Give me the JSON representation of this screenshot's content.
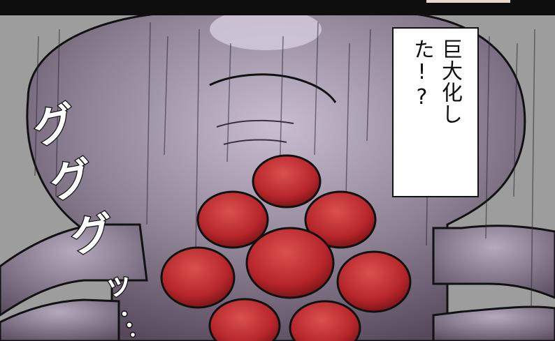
{
  "panel": {
    "caption": "巨大化した!?",
    "sfx": [
      "グ",
      "グ",
      "グ",
      "ッ"
    ],
    "colors": {
      "background": "#9d9d9d",
      "creature": "#8f8396",
      "creature_light": "#c9bed1",
      "creature_shadow": "#57495c",
      "eyes": "#b7262b",
      "eye_highlight": "#d9514f",
      "outline": "#111111"
    }
  }
}
